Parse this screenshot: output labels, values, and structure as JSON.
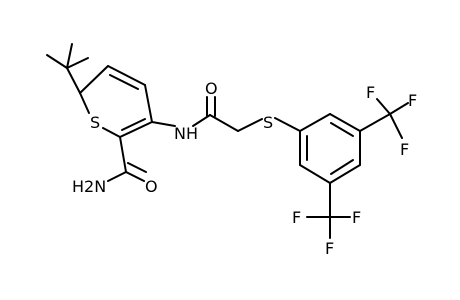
{
  "molecule": {
    "atoms": {
      "thiophene_s": "S",
      "nh": "NH",
      "ketone_o": "O",
      "thioether_s": "S",
      "amide_nh2": "H2N",
      "amide_o": "O",
      "cf3_top_f1": "F",
      "cf3_top_f2": "F",
      "cf3_top_f3": "F",
      "cf3_bottom_f1": "F",
      "cf3_bottom_f2": "F",
      "cf3_bottom_f3": "F"
    }
  }
}
